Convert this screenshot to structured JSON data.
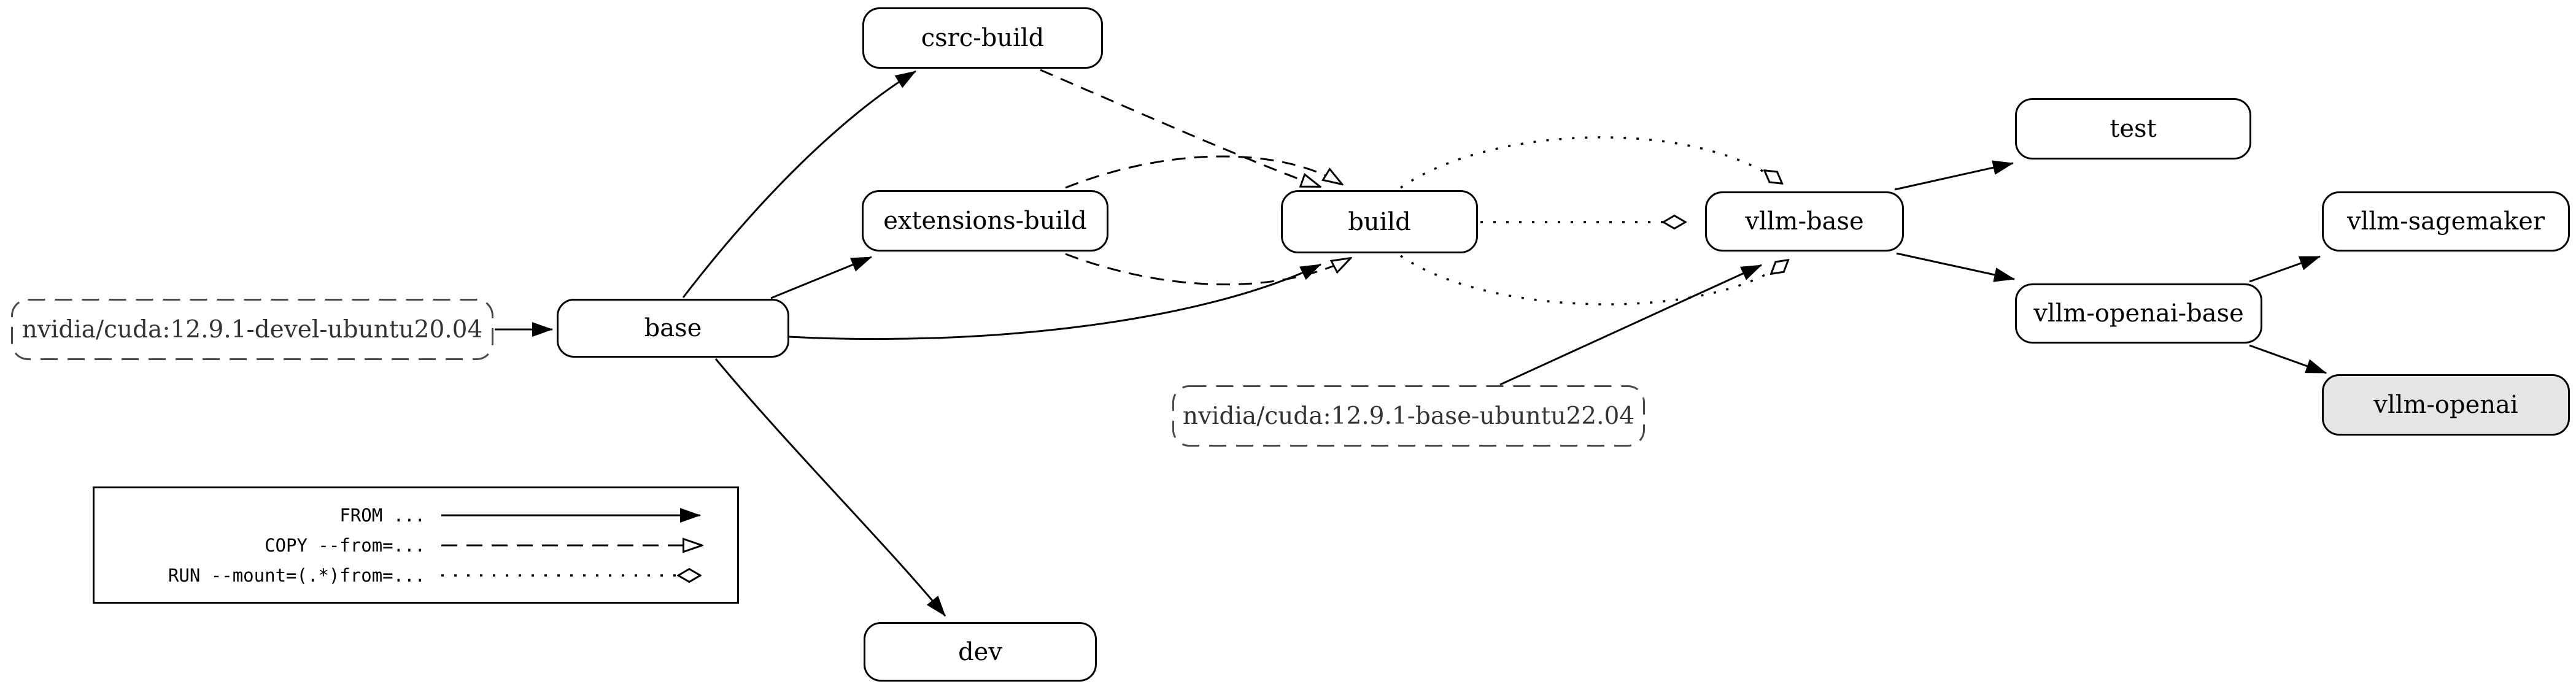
{
  "diagram_type": "docker-build-stages-graph",
  "nodes": {
    "cuda_devel": {
      "label": "nvidia/cuda:12.9.1-devel-ubuntu20.04",
      "kind": "base-image"
    },
    "base": {
      "label": "base",
      "kind": "stage"
    },
    "csrc_build": {
      "label": "csrc-build",
      "kind": "stage"
    },
    "extensions_build": {
      "label": "extensions-build",
      "kind": "stage"
    },
    "build": {
      "label": "build",
      "kind": "stage"
    },
    "vllm_base": {
      "label": "vllm-base",
      "kind": "stage"
    },
    "test": {
      "label": "test",
      "kind": "stage"
    },
    "vllm_sagemaker": {
      "label": "vllm-sagemaker",
      "kind": "stage"
    },
    "vllm_openai_base": {
      "label": "vllm-openai-base",
      "kind": "stage"
    },
    "vllm_openai": {
      "label": "vllm-openai",
      "kind": "stage-highlighted"
    },
    "cuda_base": {
      "label": "nvidia/cuda:12.9.1-base-ubuntu22.04",
      "kind": "base-image"
    },
    "dev": {
      "label": "dev",
      "kind": "stage"
    }
  },
  "edges": [
    {
      "from": "nvidia/cuda:12.9.1-devel-ubuntu20.04",
      "to": "base",
      "type": "FROM"
    },
    {
      "from": "base",
      "to": "csrc-build",
      "type": "FROM"
    },
    {
      "from": "base",
      "to": "extensions-build",
      "type": "FROM"
    },
    {
      "from": "base",
      "to": "build",
      "type": "FROM"
    },
    {
      "from": "base",
      "to": "dev",
      "type": "FROM"
    },
    {
      "from": "csrc-build",
      "to": "build",
      "type": "COPY --from"
    },
    {
      "from": "extensions-build",
      "to": "build",
      "type": "COPY --from"
    },
    {
      "from": "extensions-build",
      "to": "build",
      "type": "COPY --from"
    },
    {
      "from": "build",
      "to": "vllm-base",
      "type": "RUN --mount=from"
    },
    {
      "from": "build",
      "to": "vllm-base",
      "type": "RUN --mount=from"
    },
    {
      "from": "build",
      "to": "vllm-base",
      "type": "RUN --mount=from"
    },
    {
      "from": "nvidia/cuda:12.9.1-base-ubuntu22.04",
      "to": "vllm-base",
      "type": "FROM"
    },
    {
      "from": "vllm-base",
      "to": "test",
      "type": "FROM"
    },
    {
      "from": "vllm-base",
      "to": "vllm-openai-base",
      "type": "FROM"
    },
    {
      "from": "vllm-openai-base",
      "to": "vllm-sagemaker",
      "type": "FROM"
    },
    {
      "from": "vllm-openai-base",
      "to": "vllm-openai",
      "type": "FROM"
    }
  ],
  "legend": {
    "items": [
      {
        "label": "FROM ...",
        "line": "solid",
        "marker": "filled-arrow"
      },
      {
        "label": "COPY --from=...",
        "line": "dashed",
        "marker": "open-arrow"
      },
      {
        "label": "RUN --mount=(.*)from=...",
        "line": "dotted",
        "marker": "open-diamond"
      }
    ]
  },
  "colors": {
    "background": "#ffffff",
    "node_fill": "#ffffff",
    "node_stroke": "#000000",
    "highlight_fill": "#e5e5e5",
    "base_image_stroke": "#4a4a4a",
    "base_image_text": "#333333",
    "edge": "#000000"
  }
}
